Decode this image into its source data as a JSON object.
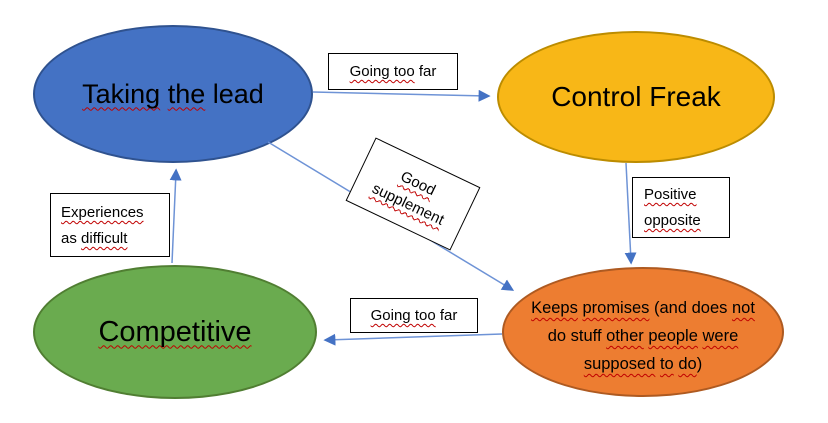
{
  "nodes": {
    "taking_the_lead": {
      "parts": [
        {
          "t": "Taking",
          "sq": true
        },
        {
          "t": " ",
          "sq": false
        },
        {
          "t": "the",
          "sq": true
        },
        {
          "t": " lead",
          "sq": false
        }
      ]
    },
    "control_freak": {
      "parts": [
        {
          "t": "Control Freak",
          "sq": false
        }
      ]
    },
    "competitive": {
      "parts": [
        {
          "t": "Competitive",
          "sq": true
        }
      ]
    },
    "keeps_promises": {
      "lines": [
        [
          {
            "t": "Keeps",
            "sq": true
          },
          {
            "t": " ",
            "sq": false
          },
          {
            "t": "promises",
            "sq": true
          },
          {
            "t": " (and does ",
            "sq": false
          },
          {
            "t": "not",
            "sq": true
          }
        ],
        [
          {
            "t": "do stuff ",
            "sq": false
          },
          {
            "t": "other",
            "sq": true
          },
          {
            "t": " ",
            "sq": false
          },
          {
            "t": "people",
            "sq": true
          },
          {
            "t": " ",
            "sq": false
          },
          {
            "t": "were",
            "sq": true
          }
        ],
        [
          {
            "t": "supposed",
            "sq": true
          },
          {
            "t": " ",
            "sq": false
          },
          {
            "t": "to",
            "sq": true
          },
          {
            "t": " ",
            "sq": false
          },
          {
            "t": "do",
            "sq": true
          },
          {
            "t": ")",
            "sq": false
          }
        ]
      ]
    }
  },
  "connector_labels": {
    "going_too_far_top": [
      {
        "t": "Going too",
        "sq": true
      },
      {
        "t": " far",
        "sq": false
      }
    ],
    "good_supplement": {
      "lines": [
        [
          {
            "t": "Good",
            "sq": true
          }
        ],
        [
          {
            "t": "supplement",
            "sq": true
          }
        ]
      ]
    },
    "positive_opposite": {
      "lines": [
        [
          {
            "t": "Positive",
            "sq": true
          }
        ],
        [
          {
            "t": "opposite",
            "sq": true
          }
        ]
      ]
    },
    "experiences_as_difficult": {
      "lines": [
        [
          {
            "t": "Experiences",
            "sq": true
          }
        ],
        [
          {
            "t": "as ",
            "sq": false
          },
          {
            "t": "difficult",
            "sq": true
          }
        ]
      ]
    },
    "going_too_far_bottom": [
      {
        "t": "Going too",
        "sq": true
      },
      {
        "t": " far",
        "sq": false
      }
    ]
  },
  "connectors": [
    {
      "from": "taking_the_lead",
      "to": "control_freak",
      "label": "Going too far"
    },
    {
      "from": "control_freak",
      "to": "keeps_promises",
      "label": "Positive opposite"
    },
    {
      "from": "taking_the_lead",
      "to": "keeps_promises",
      "label": "Good supplement"
    },
    {
      "from": "keeps_promises",
      "to": "competitive",
      "label": "Going too far"
    },
    {
      "from": "competitive",
      "to": "taking_the_lead",
      "label": "Experiences as difficult"
    }
  ],
  "colors": {
    "background": "#FFFFFF",
    "node_taking_fill": "#4472C4",
    "node_taking_border": "#2F528F",
    "node_control_fill": "#F8B717",
    "node_control_border": "#BC8C00",
    "node_competitive_fill": "#6AAB4F",
    "node_competitive_border": "#507E32",
    "node_keeps_fill": "#ED7D31",
    "node_keeps_border": "#AE5A21",
    "connector_line": "#6E93D6",
    "connector_arrow": "#4472C4",
    "spellcheck_underline": "#C00000",
    "label_box_border": "#000000"
  }
}
